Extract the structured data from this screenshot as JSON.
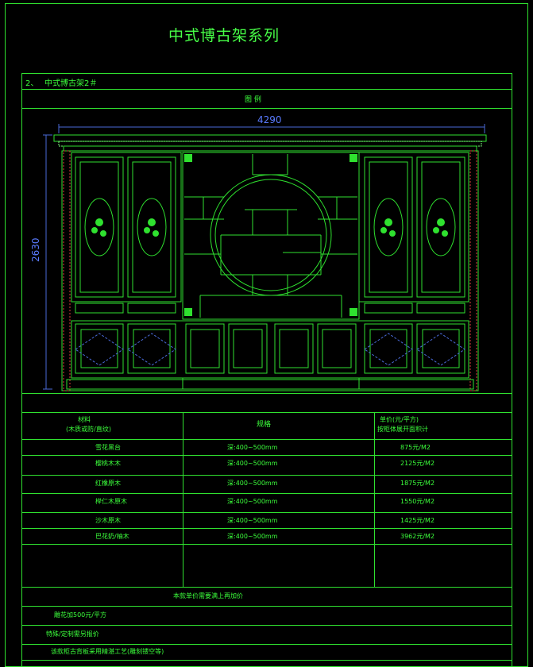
{
  "title": "中式博古架系列",
  "section": {
    "number": "2、",
    "name": "中式博古架2＃"
  },
  "drawing": {
    "caption": "图 例",
    "width_dim": "4290",
    "height_dim": "2630"
  },
  "price_table": {
    "col_material": "材料",
    "col_material_sub": "(木质或防/直纹)",
    "col_spec": "规格",
    "col_price": "单价(元/平方)",
    "col_price_sub": "按柜体展开面积计",
    "rows": [
      {
        "material": "雪花黑台",
        "spec": "深:400~500mm",
        "price": "875元/M2"
      },
      {
        "material": "樱桃木木",
        "spec": "深:400~500mm",
        "price": "2125元/M2"
      },
      {
        "material": "红橡原木",
        "spec": "深:400~500mm",
        "price": "1875元/M2"
      },
      {
        "material": "榉仁木原木",
        "spec": "深:400~500mm",
        "price": "1550元/M2"
      },
      {
        "material": "沙木原木",
        "spec": "深:400~500mm",
        "price": "1425元/M2"
      },
      {
        "material": "巴花奶/柚木",
        "spec": "深:400~500mm",
        "price": "3962元/M2"
      }
    ],
    "notes": [
      "本款单价需要满上再加价",
      "雕花加500元/平方",
      "特殊/定制需另报价",
      "该款柜古背板采用精湛工艺(雕刻镂空等)"
    ]
  },
  "colors": {
    "line": "#2fe12f",
    "dimension": "#5a7bff",
    "accent": "#e0e03c"
  }
}
